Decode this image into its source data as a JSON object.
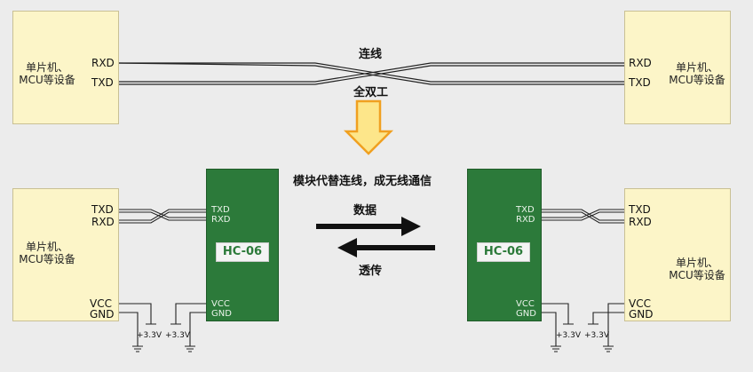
{
  "top": {
    "left_device": {
      "line1": "单片机、",
      "line2": "MCU等设备",
      "rxd": "RXD",
      "txd": "TXD"
    },
    "right_device": {
      "line1": "单片机、",
      "line2": "MCU等设备",
      "rxd": "RXD",
      "txd": "TXD"
    },
    "wire_label": "连线",
    "duplex_label": "全双工"
  },
  "replace_caption": "模块代替连线，成无线通信",
  "bottom": {
    "left_device": {
      "line1": "单片机、",
      "line2": "MCU等设备",
      "txd": "TXD",
      "rxd": "RXD",
      "vcc": "VCC",
      "gnd": "GND",
      "v1": "+3.3V",
      "v2": "+3.3V"
    },
    "right_device": {
      "line1": "单片机、",
      "line2": "MCU等设备",
      "txd": "TXD",
      "rxd": "RXD",
      "vcc": "VCC",
      "gnd": "GND",
      "v1": "+3.3V",
      "v2": "+3.3V"
    },
    "left_module": {
      "name": "HC-06",
      "txd": "TXD",
      "rxd": "RXD",
      "vcc": "VCC",
      "gnd": "GND"
    },
    "right_module": {
      "name": "HC-06",
      "txd": "TXD",
      "rxd": "RXD",
      "vcc": "VCC",
      "gnd": "GND"
    },
    "data_label": "数据",
    "passthrough_label": "透传"
  },
  "colors": {
    "box_fill": "#fcf5c8",
    "module_green": "#2c7a3a",
    "arrow_orange": "#f0a020",
    "arrow_yellow": "#fde68a"
  }
}
